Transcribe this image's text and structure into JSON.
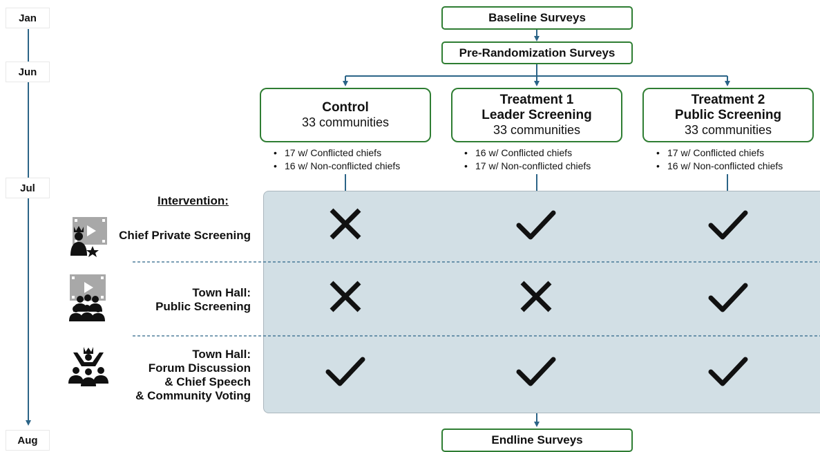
{
  "timeline": {
    "months": [
      "Jan",
      "Jun",
      "Jul",
      "Aug"
    ]
  },
  "surveys": {
    "baseline": "Baseline Surveys",
    "pre_randomization": "Pre-Randomization Surveys",
    "endline": "Endline Surveys"
  },
  "groups": [
    {
      "title_lines": [
        "Control"
      ],
      "count": "33 communities",
      "bullets": [
        "17 w/ Conflicted chiefs",
        "16 w/ Non-conflicted chiefs"
      ]
    },
    {
      "title_lines": [
        "Treatment 1",
        "Leader Screening"
      ],
      "count": "33 communities",
      "bullets": [
        "16 w/ Conflicted chiefs",
        "17 w/ Non-conflicted chiefs"
      ]
    },
    {
      "title_lines": [
        "Treatment 2",
        "Public Screening"
      ],
      "count": "33 communities",
      "bullets": [
        "17 w/ Conflicted chiefs",
        "16 w/ Non-conflicted chiefs"
      ]
    }
  ],
  "intervention": {
    "heading": "Intervention:",
    "rows": [
      {
        "label_lines": [
          "Chief Private Screening"
        ],
        "icon": "chief-video-icon",
        "marks": [
          "cross",
          "check",
          "check"
        ]
      },
      {
        "label_lines": [
          "Town Hall:",
          "Public Screening"
        ],
        "icon": "crowd-video-icon",
        "marks": [
          "cross",
          "cross",
          "check"
        ]
      },
      {
        "label_lines": [
          "Town Hall:",
          "Forum Discussion",
          "& Chief Speech",
          "& Community Voting"
        ],
        "icon": "speaker-crowd-icon",
        "marks": [
          "check",
          "check",
          "check"
        ]
      }
    ]
  },
  "colors": {
    "box_border": "#2e7d32",
    "arrow": "#2b6487",
    "panel_fill": "#d2dfe5",
    "mark": "#111111"
  }
}
